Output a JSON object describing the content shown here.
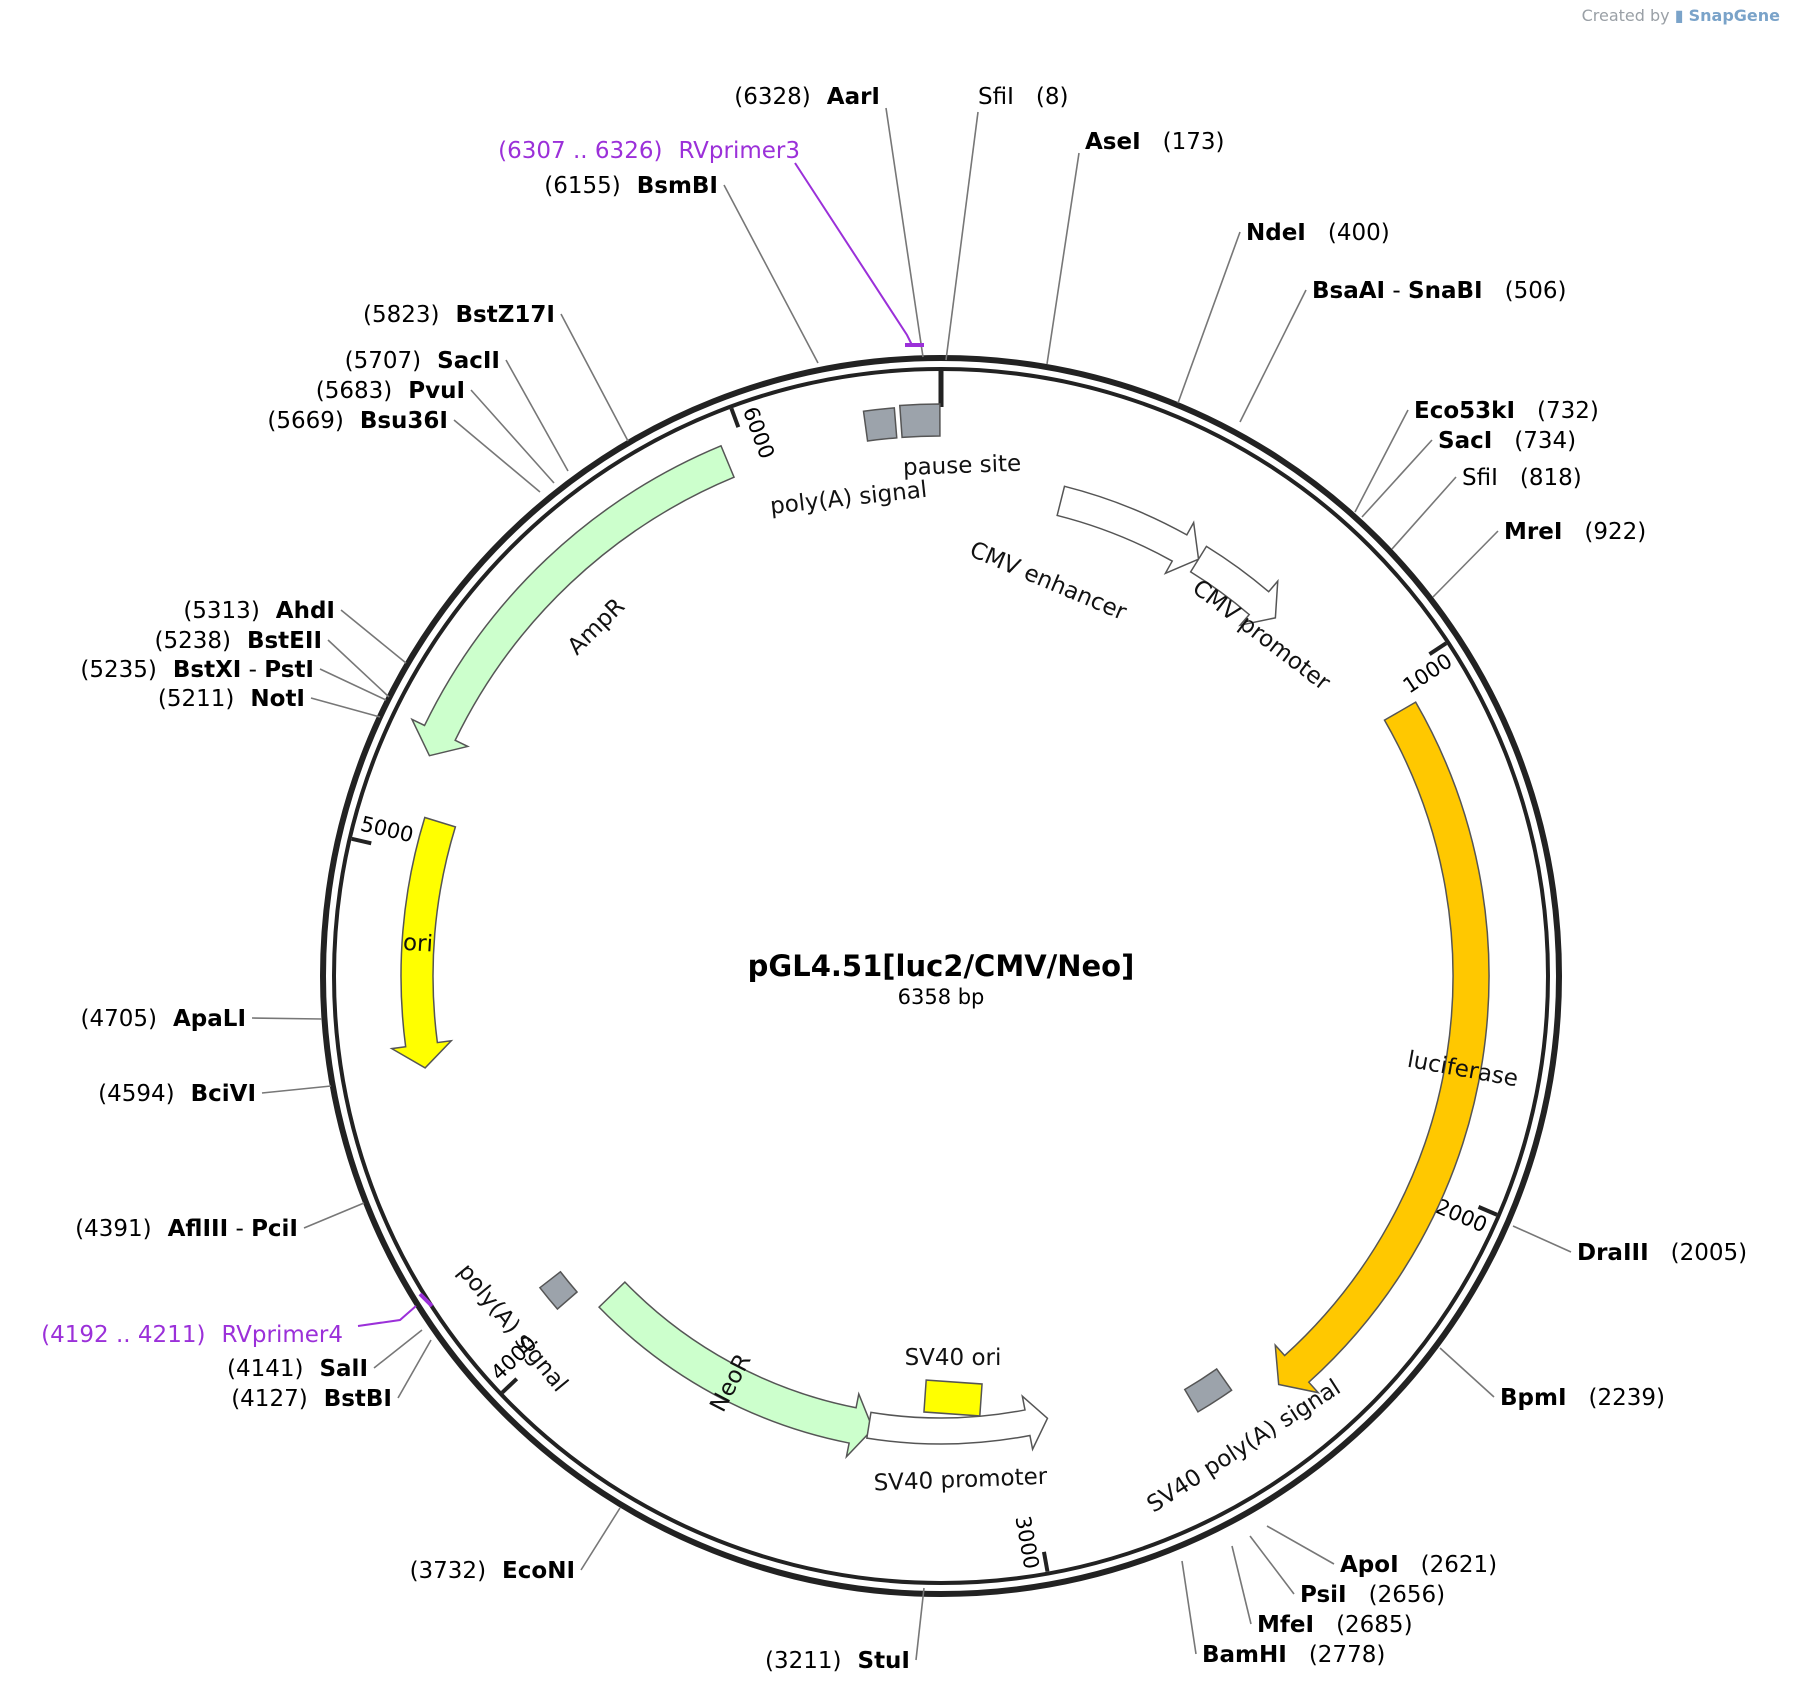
{
  "credit": {
    "prefix": "Created by",
    "brand": "SnapGene"
  },
  "plasmid": {
    "name": "pGL4.51[luc2/CMV/Neo]",
    "size_label": "6358 bp",
    "length": 6358
  },
  "colors": {
    "backbone": "#222222",
    "ampr": "#ccffcc",
    "neor": "#ccffcc",
    "ori": "#ffff00",
    "sv40_ori": "#ffff00",
    "luciferase": "#ffc800",
    "promoter": "#ffffff",
    "polya": "#9ca3ab",
    "primer": "#9b30d9",
    "connector": "#777777"
  },
  "ticks": [
    {
      "label": "1000",
      "pos": 1000
    },
    {
      "label": "2000",
      "pos": 2000
    },
    {
      "label": "3000",
      "pos": 3000
    },
    {
      "label": "4000",
      "pos": 4000
    },
    {
      "label": "5000",
      "pos": 5000
    },
    {
      "label": "6000",
      "pos": 6000
    }
  ],
  "features": [
    {
      "name": "AmpR",
      "start": 5960,
      "end": 5180,
      "kind": "arrow",
      "dir": "ccw",
      "color": "ampr"
    },
    {
      "name": "ori",
      "start": 5070,
      "end": 4590,
      "kind": "arrow",
      "dir": "ccw",
      "color": "ori"
    },
    {
      "name": "NeoR",
      "start": 3330,
      "end": 3990,
      "kind": "arrow",
      "dir": "ccw",
      "color": "neor"
    },
    {
      "name": "SV40 promoter",
      "start": 2940,
      "end": 3340,
      "kind": "arrow",
      "dir": "ccw",
      "color": "promoter"
    },
    {
      "name": "luciferase",
      "start": 1060,
      "end": 2480,
      "kind": "arrow",
      "dir": "cw",
      "color": "luciferase"
    },
    {
      "name": "CMV enhancer",
      "start": 250,
      "end": 560,
      "kind": "arrow",
      "dir": "cw",
      "color": "promoter"
    },
    {
      "name": "CMV promoter",
      "start": 560,
      "end": 760,
      "kind": "arrow",
      "dir": "cw",
      "color": "promoter"
    },
    {
      "name": "poly(A) signal",
      "start": 6220,
      "end": 6275,
      "kind": "box",
      "color": "polya"
    },
    {
      "name": "pause site",
      "start": 6285,
      "end": 6356,
      "kind": "box",
      "color": "polya"
    },
    {
      "name": "SV40 poly(A) signal",
      "start": 2560,
      "end": 2640,
      "kind": "box",
      "color": "polya"
    },
    {
      "name": "poly(A) signal",
      "start": 4045,
      "end": 4100,
      "kind": "box",
      "color": "polya"
    },
    {
      "name": "SV40 ori",
      "start": 3130,
      "end": 3190,
      "kind": "box",
      "color": "sv40_ori"
    }
  ],
  "sites": [
    {
      "name": "SfiI",
      "pos": "(8)",
      "bold": false
    },
    {
      "name": "AseI",
      "pos": "(173)",
      "bold": true
    },
    {
      "name": "NdeI",
      "pos": "(400)",
      "bold": true
    },
    {
      "name": "BsaAI",
      "name2": "SnaBI",
      "pos": "(506)",
      "bold": true
    },
    {
      "name": "Eco53kI",
      "pos": "(732)",
      "bold": true
    },
    {
      "name": "SacI",
      "pos": "(734)",
      "bold": true
    },
    {
      "name": "SfiI",
      "pos": "(818)",
      "bold": false
    },
    {
      "name": "MreI",
      "pos": "(922)",
      "bold": true
    },
    {
      "name": "DraIII",
      "pos": "(2005)",
      "bold": true
    },
    {
      "name": "BpmI",
      "pos": "(2239)",
      "bold": true
    },
    {
      "name": "ApoI",
      "pos": "(2621)",
      "bold": true
    },
    {
      "name": "PsiI",
      "pos": "(2656)",
      "bold": true
    },
    {
      "name": "MfeI",
      "pos": "(2685)",
      "bold": true
    },
    {
      "name": "BamHI",
      "pos": "(2778)",
      "bold": true
    },
    {
      "name": "StuI",
      "pos": "(3211)",
      "bold": true
    },
    {
      "name": "EcoNI",
      "pos": "(3732)",
      "bold": true
    },
    {
      "name": "BstBI",
      "pos": "(4127)",
      "bold": true
    },
    {
      "name": "SalI",
      "pos": "(4141)",
      "bold": true
    },
    {
      "name": "AflIII",
      "name2": "PciI",
      "pos": "(4391)",
      "bold": true
    },
    {
      "name": "BciVI",
      "pos": "(4594)",
      "bold": true
    },
    {
      "name": "ApaLI",
      "pos": "(4705)",
      "bold": true
    },
    {
      "name": "NotI",
      "pos": "(5211)",
      "bold": true
    },
    {
      "name": "BstXI",
      "name2": "PstI",
      "pos": "(5235)",
      "bold": true
    },
    {
      "name": "BstEII",
      "pos": "(5238)",
      "bold": true
    },
    {
      "name": "AhdI",
      "pos": "(5313)",
      "bold": true
    },
    {
      "name": "Bsu36I",
      "pos": "(5669)",
      "bold": true
    },
    {
      "name": "PvuI",
      "pos": "(5683)",
      "bold": true
    },
    {
      "name": "SacII",
      "pos": "(5707)",
      "bold": true
    },
    {
      "name": "BstZ17I",
      "pos": "(5823)",
      "bold": true
    },
    {
      "name": "BsmBI",
      "pos": "(6155)",
      "bold": true
    },
    {
      "name": "AarI",
      "pos": "(6328)",
      "bold": true
    }
  ],
  "primers": [
    {
      "name": "RVprimer3",
      "range": "(6307 .. 6326)"
    },
    {
      "name": "RVprimer4",
      "range": "(4192 .. 4211)"
    }
  ]
}
